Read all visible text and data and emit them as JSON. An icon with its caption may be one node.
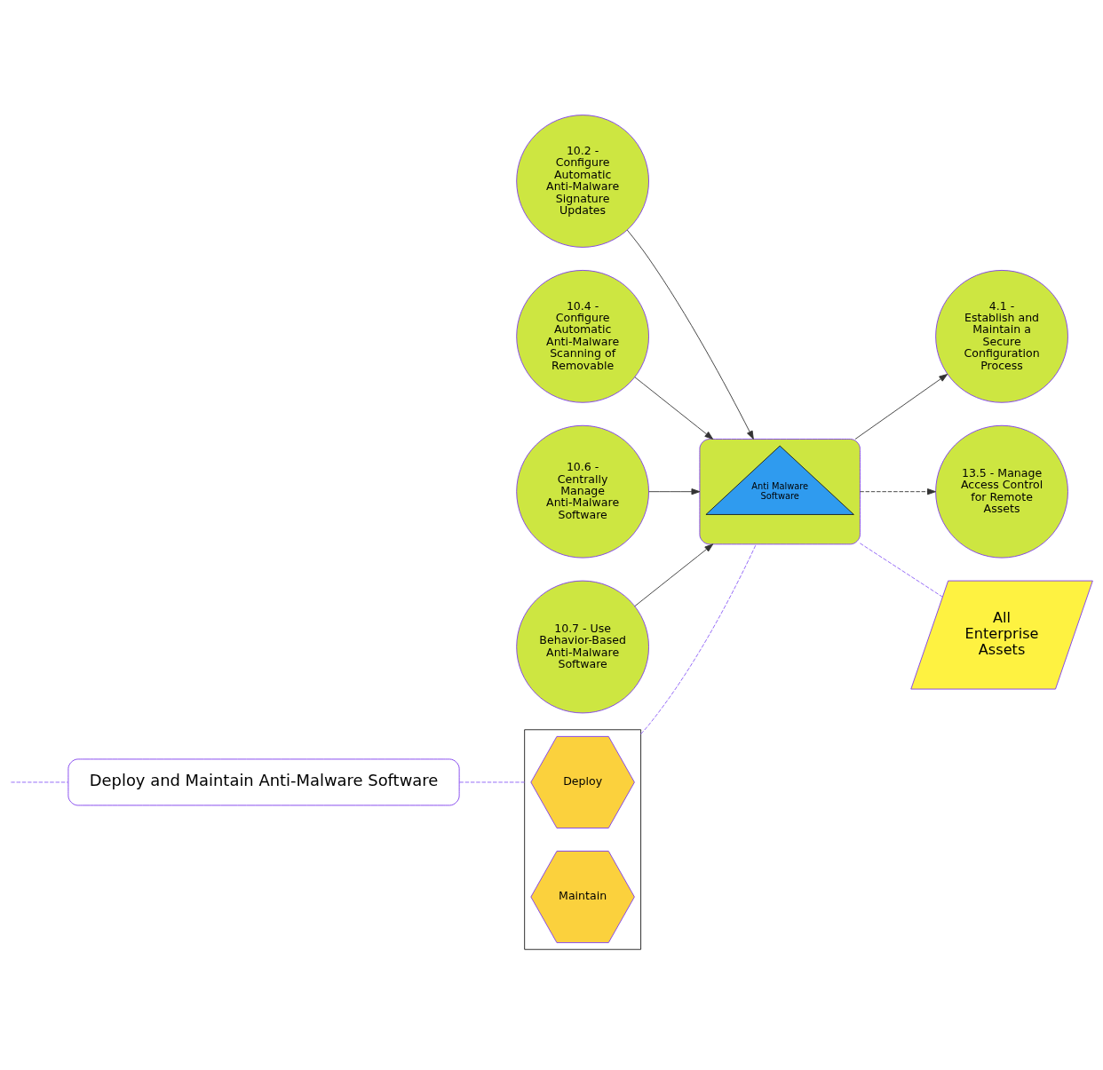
{
  "diagram": {
    "nodes": [
      {
        "text": [
          "Deploy and Maintain Anti-Malware Software"
        ]
      },
      {
        "text": [],
        "shape": "box"
      },
      {
        "text": [
          "Deploy"
        ],
        "in": 1
      },
      {
        "text": [
          "Maintain"
        ],
        "in": 1
      },
      {
        "text": [],
        "shape": "box"
      },
      {
        "text": [
          "Anti Malware Software"
        ],
        "in": 4
      },
      {
        "text": [
          "4.1 - Establish and Maintain a Secure Configuration Process"
        ]
      },
      {
        "text": [
          "10.2 - Configure Automatic Anti-Malware Signature Updates"
        ]
      },
      {
        "text": [
          "10.4 - Configure Automatic Anti-Malware Scanning of Removable"
        ]
      },
      {
        "text": [
          "10.6 - Centrally Manage Anti-Malware Software"
        ]
      },
      {
        "text": [
          "10.7 - Use Behavior-Based Anti-Malware Software"
        ]
      },
      {
        "text": [
          "13.5 - Manage Access Control for Remote Assets"
        ]
      },
      {
        "text": [
          "All Enterprise Assets"
        ]
      }
    ],
    "edges": [
      {
        "from": null,
        "to": 0,
        "arrow": "none",
        "style": "dashed",
        "color": "#8b5cf6"
      },
      {
        "from": 0,
        "to": 1,
        "arrow": "none",
        "style": "dashed",
        "color": "#8b5cf6"
      },
      {
        "from": 1,
        "to": 4,
        "arrow": "none",
        "style": "dashed",
        "color": "#8b5cf6"
      },
      {
        "from": 4,
        "to": 12,
        "arrow": "none",
        "style": "dashed",
        "color": "#8b5cf6"
      },
      {
        "from": 4,
        "to": 6,
        "arrow": "to"
      },
      {
        "from": 7,
        "to": 4,
        "arrow": "to"
      },
      {
        "from": 8,
        "to": 4,
        "arrow": "to"
      },
      {
        "from": 9,
        "to": 4,
        "arrow": "to"
      },
      {
        "from": 10,
        "to": 4,
        "arrow": "to"
      },
      {
        "from": 4,
        "to": 11,
        "arrow": "to",
        "style": "dashed"
      }
    ]
  }
}
